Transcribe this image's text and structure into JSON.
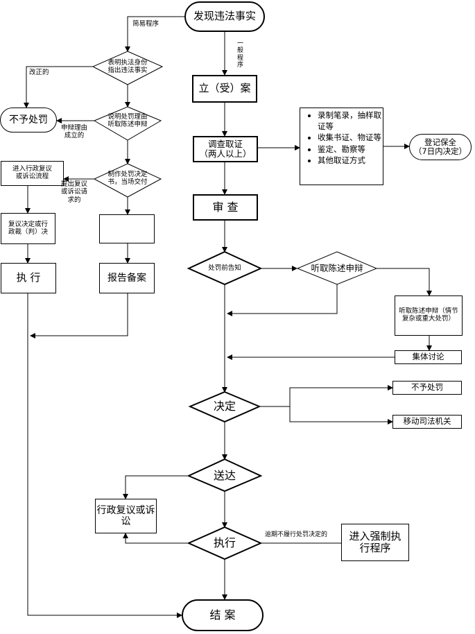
{
  "nodes": {
    "discover": "发现违法事实",
    "file_case": "立（受）案",
    "investigate": "调查取证\n（两人以上）",
    "review": "审  查",
    "pre_notice": "处罚前告知",
    "hear_statement": "听取陈述申辩",
    "hearing_complex": "听取陈述申辩（情节复杂或重大处罚）",
    "collective": "集体讨论",
    "decide": "决定",
    "no_penalty_right": "不予处罚",
    "transfer_judicial": "移动司法机关",
    "serve": "送达",
    "admin_review_litigation": "行政复议或诉讼",
    "execute_main": "执行",
    "enforce": "进入强制执行程序",
    "close_case": "结  案",
    "register_preserve": "登记保全\n（7日内决定）",
    "show_id": "表明执法身份\n指出违法事实",
    "explain_reason": "说明处罚理由\n听取陈述申辩",
    "make_decision": "制作处罚决定\n书，当场交付",
    "blank_box": "",
    "report_file": "报告备案",
    "no_penalty_left": "不予处罚",
    "enter_review": "进入行政复议\n或诉讼流程",
    "review_decision": "复议决定或行\n政裁（判）决",
    "execute_left": "执    行"
  },
  "evidence_methods": [
    "录制笔录，抽样取证等",
    "收集书证、物证等",
    "鉴定、勘察等",
    "其他取证方式"
  ],
  "edge_labels": {
    "simple": "简易程序",
    "general": "一\n般\n程\n序",
    "corrected": "改正的",
    "defense_valid": "申辩理由\n成立的",
    "file_appeal": "提出复议\n或诉讼请\n求的",
    "overdue": "逾期不履行处罚决定的"
  }
}
